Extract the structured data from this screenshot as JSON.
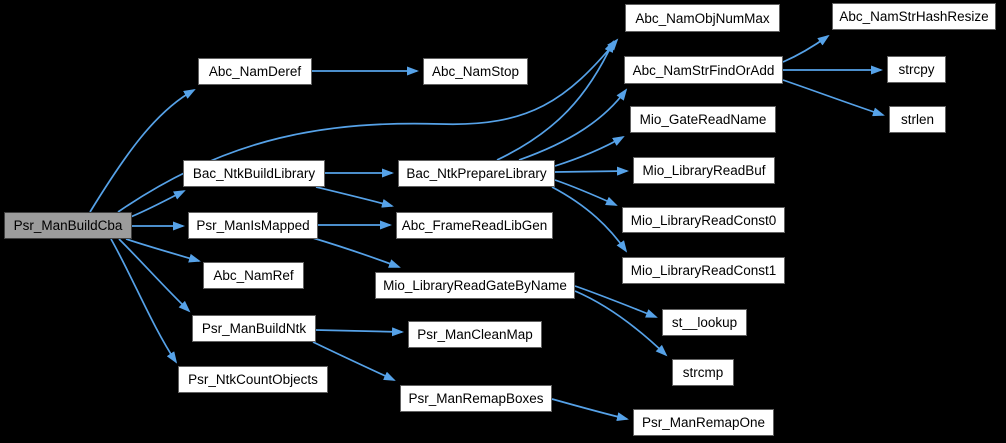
{
  "diagram": {
    "type": "call-graph",
    "background_color": "#000000",
    "edge_color": "#56a2e8",
    "node_fill": "#ffffff",
    "node_border_color": "#616161",
    "highlighted_node_fill": "#9c9c9c",
    "highlighted_node_border_color": "#404040",
    "nodes": [
      {
        "id": "Psr_ManBuildCba",
        "label": "Psr_ManBuildCba",
        "highlighted": true
      },
      {
        "id": "Abc_NamDeref",
        "label": "Abc_NamDeref",
        "highlighted": false
      },
      {
        "id": "Abc_NamStop",
        "label": "Abc_NamStop",
        "highlighted": false
      },
      {
        "id": "Bac_NtkBuildLibrary",
        "label": "Bac_NtkBuildLibrary",
        "highlighted": false
      },
      {
        "id": "Psr_ManIsMapped",
        "label": "Psr_ManIsMapped",
        "highlighted": false
      },
      {
        "id": "Abc_NamRef",
        "label": "Abc_NamRef",
        "highlighted": false
      },
      {
        "id": "Psr_ManBuildNtk",
        "label": "Psr_ManBuildNtk",
        "highlighted": false
      },
      {
        "id": "Psr_NtkCountObjects",
        "label": "Psr_NtkCountObjects",
        "highlighted": false
      },
      {
        "id": "Bac_NtkPrepareLibrary",
        "label": "Bac_NtkPrepareLibrary",
        "highlighted": false
      },
      {
        "id": "Abc_FrameReadLibGen",
        "label": "Abc_FrameReadLibGen",
        "highlighted": false
      },
      {
        "id": "Mio_LibraryReadGateByName",
        "label": "Mio_LibraryReadGateByName",
        "highlighted": false
      },
      {
        "id": "Psr_ManCleanMap",
        "label": "Psr_ManCleanMap",
        "highlighted": false
      },
      {
        "id": "Psr_ManRemapBoxes",
        "label": "Psr_ManRemapBoxes",
        "highlighted": false
      },
      {
        "id": "Abc_NamObjNumMax",
        "label": "Abc_NamObjNumMax",
        "highlighted": false
      },
      {
        "id": "Abc_NamStrFindOrAdd",
        "label": "Abc_NamStrFindOrAdd",
        "highlighted": false
      },
      {
        "id": "Mio_GateReadName",
        "label": "Mio_GateReadName",
        "highlighted": false
      },
      {
        "id": "Mio_LibraryReadBuf",
        "label": "Mio_LibraryReadBuf",
        "highlighted": false
      },
      {
        "id": "Mio_LibraryReadConst0",
        "label": "Mio_LibraryReadConst0",
        "highlighted": false
      },
      {
        "id": "Mio_LibraryReadConst1",
        "label": "Mio_LibraryReadConst1",
        "highlighted": false
      },
      {
        "id": "st__lookup",
        "label": "st__lookup",
        "highlighted": false
      },
      {
        "id": "strcmp",
        "label": "strcmp",
        "highlighted": false
      },
      {
        "id": "Psr_ManRemapOne",
        "label": "Psr_ManRemapOne",
        "highlighted": false
      },
      {
        "id": "Abc_NamStrHashResize",
        "label": "Abc_NamStrHashResize",
        "highlighted": false
      },
      {
        "id": "strcpy",
        "label": "strcpy",
        "highlighted": false
      },
      {
        "id": "strlen",
        "label": "strlen",
        "highlighted": false
      }
    ],
    "edges": [
      {
        "from": "Psr_ManBuildCba",
        "to": "Abc_NamDeref"
      },
      {
        "from": "Psr_ManBuildCba",
        "to": "Abc_NamObjNumMax"
      },
      {
        "from": "Psr_ManBuildCba",
        "to": "Bac_NtkBuildLibrary"
      },
      {
        "from": "Psr_ManBuildCba",
        "to": "Psr_ManIsMapped"
      },
      {
        "from": "Psr_ManBuildCba",
        "to": "Abc_NamRef"
      },
      {
        "from": "Psr_ManBuildCba",
        "to": "Psr_ManBuildNtk"
      },
      {
        "from": "Psr_ManBuildCba",
        "to": "Psr_NtkCountObjects"
      },
      {
        "from": "Abc_NamDeref",
        "to": "Abc_NamStop"
      },
      {
        "from": "Bac_NtkBuildLibrary",
        "to": "Bac_NtkPrepareLibrary"
      },
      {
        "from": "Bac_NtkBuildLibrary",
        "to": "Abc_FrameReadLibGen"
      },
      {
        "from": "Psr_ManIsMapped",
        "to": "Abc_FrameReadLibGen"
      },
      {
        "from": "Psr_ManIsMapped",
        "to": "Mio_LibraryReadGateByName"
      },
      {
        "from": "Bac_NtkPrepareLibrary",
        "to": "Abc_NamObjNumMax"
      },
      {
        "from": "Bac_NtkPrepareLibrary",
        "to": "Abc_NamStrFindOrAdd"
      },
      {
        "from": "Bac_NtkPrepareLibrary",
        "to": "Mio_GateReadName"
      },
      {
        "from": "Bac_NtkPrepareLibrary",
        "to": "Mio_LibraryReadBuf"
      },
      {
        "from": "Bac_NtkPrepareLibrary",
        "to": "Mio_LibraryReadConst0"
      },
      {
        "from": "Bac_NtkPrepareLibrary",
        "to": "Mio_LibraryReadConst1"
      },
      {
        "from": "Abc_NamStrFindOrAdd",
        "to": "Abc_NamStrHashResize"
      },
      {
        "from": "Abc_NamStrFindOrAdd",
        "to": "strcpy"
      },
      {
        "from": "Abc_NamStrFindOrAdd",
        "to": "strlen"
      },
      {
        "from": "Mio_LibraryReadGateByName",
        "to": "st__lookup"
      },
      {
        "from": "Mio_LibraryReadGateByName",
        "to": "strcmp"
      },
      {
        "from": "Psr_ManBuildNtk",
        "to": "Psr_ManCleanMap"
      },
      {
        "from": "Psr_ManBuildNtk",
        "to": "Psr_ManRemapBoxes"
      },
      {
        "from": "Psr_ManRemapBoxes",
        "to": "Psr_ManRemapOne"
      }
    ]
  }
}
